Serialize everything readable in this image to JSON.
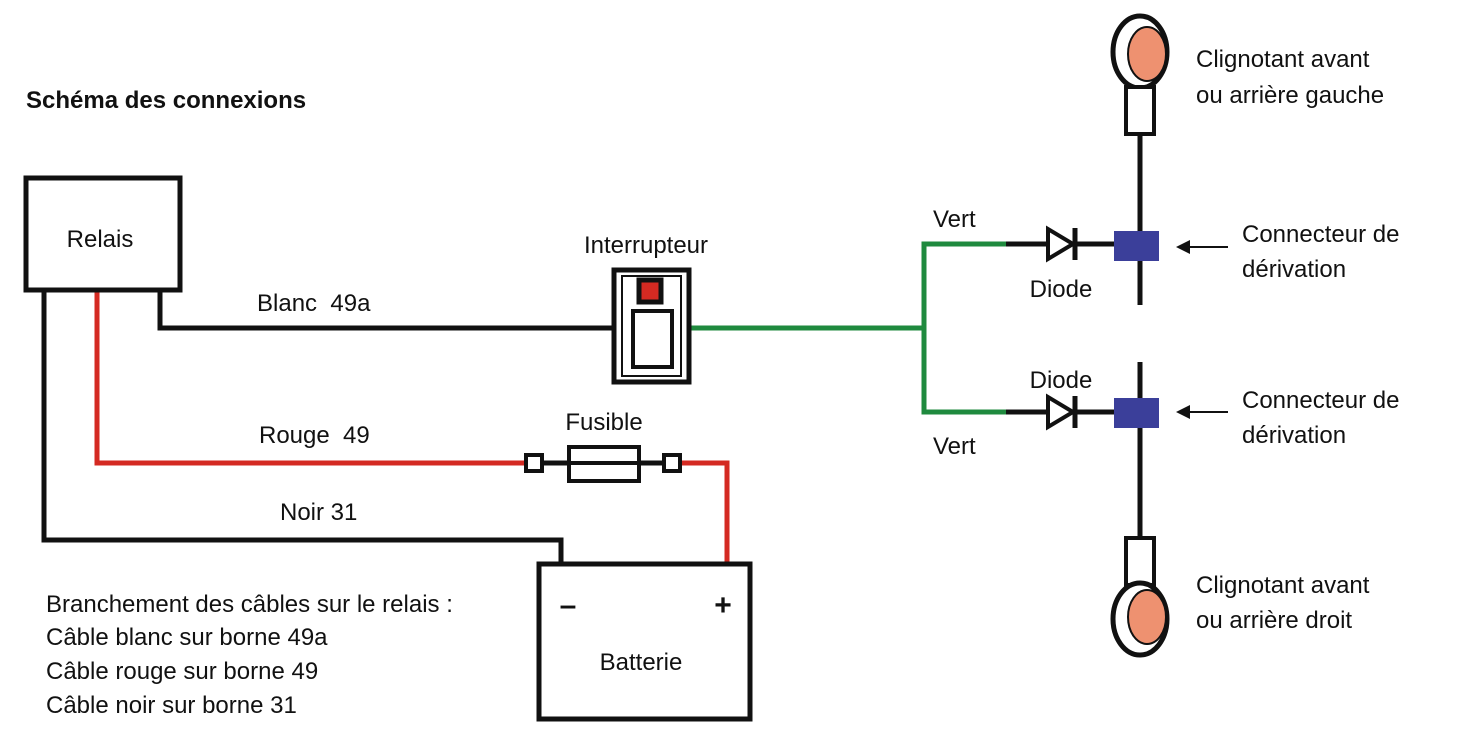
{
  "title": "Schéma des connexions",
  "components": {
    "relay": "Relais",
    "switch": "Interrupteur",
    "fuse": "Fusible",
    "battery": "Batterie",
    "battery_minus": "–",
    "battery_plus": "+",
    "diode_top": "Diode",
    "diode_bottom": "Diode",
    "connector_top": [
      "Connecteur de",
      "dérivation"
    ],
    "connector_bottom": [
      "Connecteur de",
      "dérivation"
    ],
    "lamp_top": [
      "Clignotant avant",
      "ou arrière gauche"
    ],
    "lamp_bottom": [
      "Clignotant avant",
      "ou arrière droit"
    ]
  },
  "wires": {
    "white": "Blanc  49a",
    "red": "Rouge  49",
    "black": "Noir 31",
    "green_top": "Vert",
    "green_bottom": "Vert"
  },
  "notes": [
    "Branchement des câbles sur le relais :",
    "Câble blanc sur borne 49a",
    "Câble rouge sur borne 49",
    "Câble noir sur borne 31"
  ],
  "colors": {
    "black_wire": "#111111",
    "red_wire": "#d42a22",
    "green_wire": "#1f8a3e",
    "connector": "#3b3f9a",
    "lamp": "#ee9170",
    "switch_indicator": "#d42a22"
  }
}
